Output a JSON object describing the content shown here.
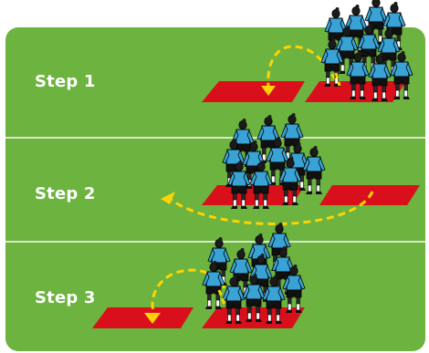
{
  "steps": [
    {
      "label": "Step 1"
    },
    {
      "label": "Step 2"
    },
    {
      "label": "Step 3"
    }
  ],
  "colors": {
    "field": "#6db33f",
    "divider": "#d7e8c9",
    "mat": "#d90f1b",
    "shirt": "#3aa3d6",
    "shorts": "#111111",
    "arrow": "#ffd400"
  }
}
